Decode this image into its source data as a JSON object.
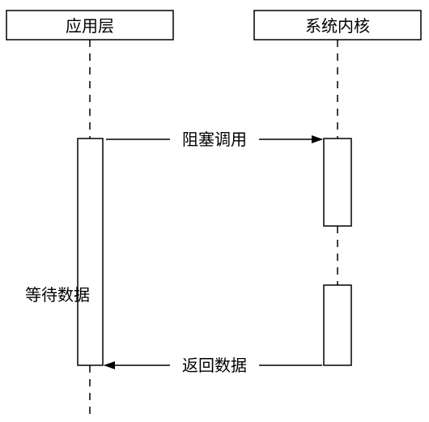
{
  "participants": {
    "app": "应用层",
    "kernel": "系统内核"
  },
  "messages": {
    "call": "阻塞调用",
    "wait": "等待数据",
    "return": "返回数据"
  },
  "colors": {
    "stroke": "#000000",
    "background": "#ffffff"
  }
}
